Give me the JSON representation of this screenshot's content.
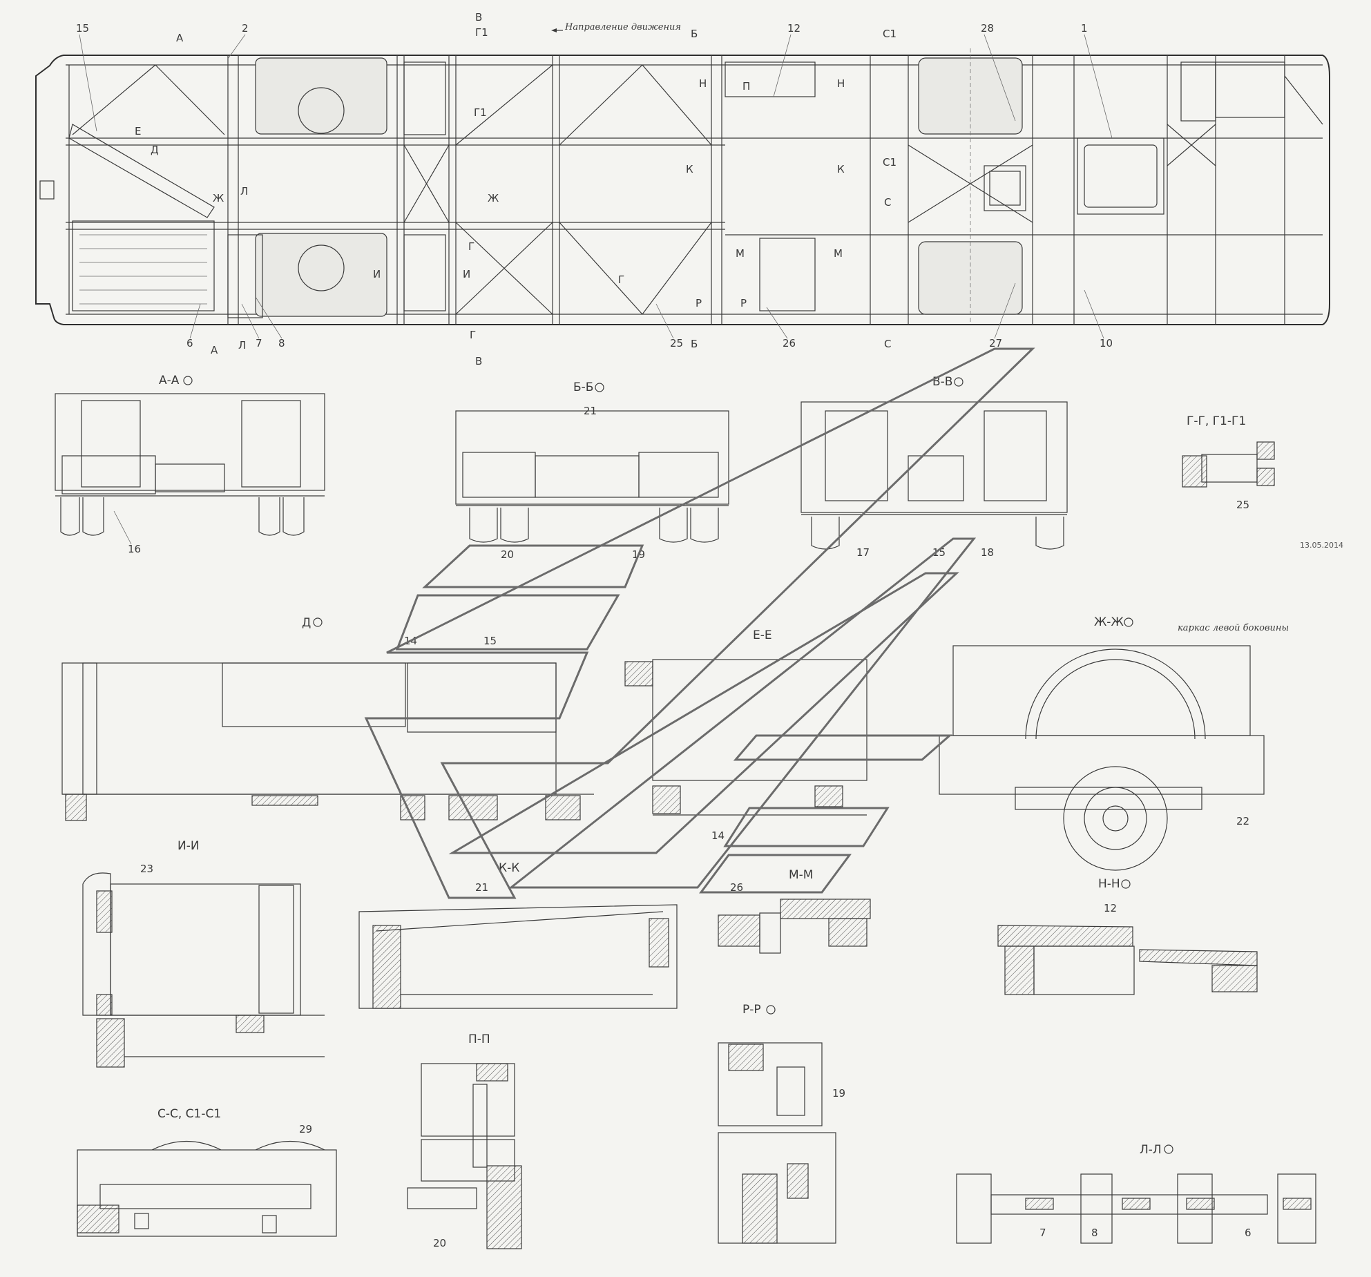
{
  "direction_label": "Направление движения",
  "date": "13.05.2014",
  "left_side_frame_label": "каркас левой боковины",
  "main_view": {
    "callouts": [
      "15",
      "2",
      "12",
      "28",
      "1",
      "6",
      "7",
      "8",
      "25",
      "26",
      "27",
      "10"
    ],
    "section_marks": {
      "A_top": "А",
      "A_bot": "А",
      "V_top": "В",
      "G1_top": "Г1",
      "B_top": "Б",
      "C1_top": "С1",
      "L_bot": "Л",
      "G_bot": "Г",
      "V_bot": "В",
      "B_bot": "Б",
      "C_bot": "С",
      "E": "Е",
      "D": "Д",
      "Zh1": "Ж",
      "L1": "Л",
      "Zh2": "Ж",
      "G_mid": "Г",
      "G1_mid": "Г1",
      "I1": "И",
      "I2": "И",
      "N1": "Н",
      "P1": "П",
      "N2": "Н",
      "K1": "К",
      "K2": "К",
      "C1_mid": "С1",
      "C_mid": "С",
      "M1": "М",
      "M2": "М",
      "P2": "Р",
      "P3": "Р",
      "G_low": "Г"
    }
  },
  "views": {
    "aa": {
      "title": "А-А",
      "callouts": [
        "16"
      ]
    },
    "bb": {
      "title": "Б-Б",
      "callouts": [
        "21",
        "20",
        "19"
      ]
    },
    "vv": {
      "title": "В-В",
      "callouts": [
        "17",
        "15",
        "18"
      ]
    },
    "gg": {
      "title": "Г-Г, Г1-Г1",
      "callouts": [
        "25"
      ]
    },
    "d": {
      "title": "Д",
      "callouts": [
        "14",
        "15"
      ]
    },
    "ee": {
      "title": "Е-Е",
      "callouts": [
        "14"
      ]
    },
    "zhzh": {
      "title": "Ж-Ж",
      "callouts": [
        "22"
      ]
    },
    "ii": {
      "title": "И-И",
      "callouts": [
        "23"
      ]
    },
    "kk": {
      "title": "К-К",
      "callouts": [
        "21"
      ]
    },
    "mm": {
      "title": "М-М",
      "callouts": [
        "26"
      ]
    },
    "nn": {
      "title": "Н-Н",
      "callouts": [
        "12"
      ]
    },
    "rr": {
      "title": "Р-Р",
      "callouts": [
        "19"
      ]
    },
    "pp": {
      "title": "П-П",
      "callouts": [
        "20"
      ]
    },
    "cc": {
      "title": "С-С, С1-С1",
      "callouts": [
        "29"
      ]
    },
    "ll": {
      "title": "Л-Л",
      "callouts": [
        "7",
        "8",
        "6"
      ]
    }
  },
  "colors": {
    "line": "#3a3a3a",
    "paper": "#f4f4f1",
    "watermark": "#6b6b6b"
  }
}
